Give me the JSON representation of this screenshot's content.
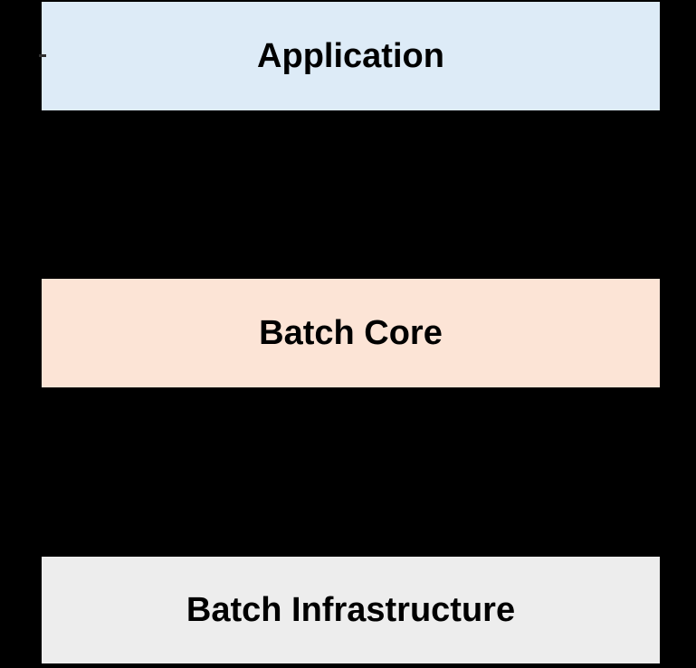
{
  "diagram": {
    "background_color": "#000000",
    "text_color": "#000000",
    "layers": [
      {
        "label": "Application",
        "fill": "#DDEBF7"
      },
      {
        "label": "Batch Core",
        "fill": "#FCE4D6"
      },
      {
        "label": "Batch Infrastructure",
        "fill": "#EDEDED"
      }
    ]
  }
}
